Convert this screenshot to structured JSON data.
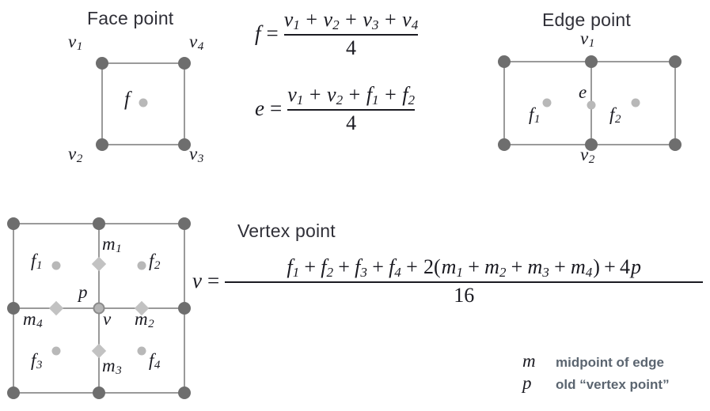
{
  "figure": {
    "background_color": "#ffffff",
    "vertex_dot_color": "#6e6e6e",
    "face_dot_color": "#b8b8b8",
    "midpoint_marker_color": "#c2c2c2",
    "grid_line_color": "#9a9a9a",
    "legend_text_color": "#5b6570"
  },
  "face_point": {
    "title": "Face point",
    "corner_labels": {
      "v1": "v",
      "v1sub": "1",
      "v2": "v",
      "v2sub": "2",
      "v3": "v",
      "v3sub": "3",
      "v4": "v",
      "v4sub": "4"
    },
    "face_label": "f"
  },
  "edge_point": {
    "title": "Edge point",
    "v1": "v",
    "v1sub": "1",
    "v2": "v",
    "v2sub": "2",
    "e_label": "e",
    "f1": "f",
    "f1sub": "1",
    "f2": "f",
    "f2sub": "2"
  },
  "vertex_point": {
    "title": "Vertex point",
    "f1": "f",
    "f1sub": "1",
    "f2": "f",
    "f2sub": "2",
    "f3": "f",
    "f3sub": "3",
    "f4": "f",
    "f4sub": "4",
    "m1": "m",
    "m1sub": "1",
    "m2": "m",
    "m2sub": "2",
    "m3": "m",
    "m3sub": "3",
    "m4": "m",
    "m4sub": "4",
    "p": "p",
    "v": "v"
  },
  "formulas": {
    "face": {
      "lhs": "f",
      "equals": "=",
      "numerator": "v₁ + v₂ + v₃ + v₄",
      "denominator": "4",
      "plain": "f = (v1 + v2 + v3 + v4) / 4"
    },
    "edge": {
      "lhs": "e",
      "equals": "=",
      "numerator": "v₁ + v₂ + f₁ + f₂",
      "denominator": "4",
      "plain": "e = (v1 + v2 + f1 + f2) / 4"
    },
    "vertex": {
      "lhs": "v",
      "equals": "=",
      "numerator": "f₁ + f₂ + f₃ + f₄ + 2(m₁ + m₂ + m₃ + m₄) + 4p",
      "denominator": "16",
      "plain": "v = (f1 + f2 + f3 + f4 + 2(m1 + m2 + m3 + m4) + 4p) / 16"
    }
  },
  "legend": {
    "rows": [
      {
        "symbol": "m",
        "description": "midpoint of edge"
      },
      {
        "symbol": "p",
        "description": "old “vertex point”"
      }
    ]
  }
}
